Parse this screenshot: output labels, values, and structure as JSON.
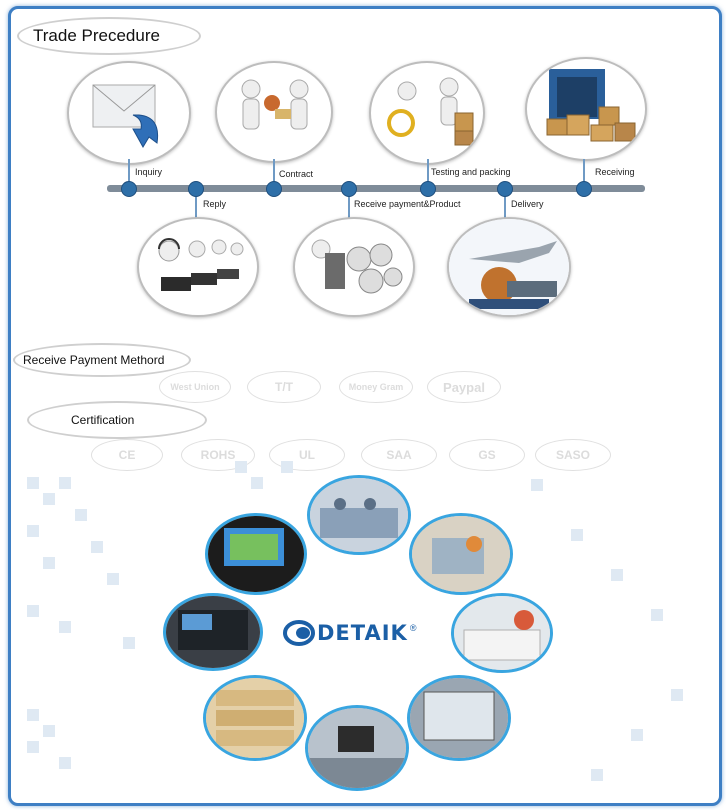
{
  "sections": {
    "trade_title": "Trade Precedure",
    "payment_title": "Receive Payment Methord",
    "cert_title": "Certification"
  },
  "steps": {
    "inquiry": "Inquiry",
    "reply": "Reply",
    "contract": "Contract",
    "receive_payment": "Receive payment&Product",
    "testing": "Testing and packing",
    "delivery": "Delivery",
    "receiving": "Receiving"
  },
  "payment_methods": {
    "western_union": "West Union",
    "tt": "T/T",
    "moneygram": "Money Gram",
    "paypal": "Paypal"
  },
  "certifications": {
    "ce": "CE",
    "rohs": "ROHS",
    "ul": "UL",
    "saa": "SAA",
    "gs": "GS",
    "saso": "SASO"
  },
  "brand": {
    "name": "DETAIK",
    "reg": "®"
  },
  "colors": {
    "frame": "#3e7fc4",
    "timeline": "#7f8c99",
    "node": "#2e6fa8",
    "ring": "#39a5e0",
    "brand": "#1b5fa6"
  }
}
